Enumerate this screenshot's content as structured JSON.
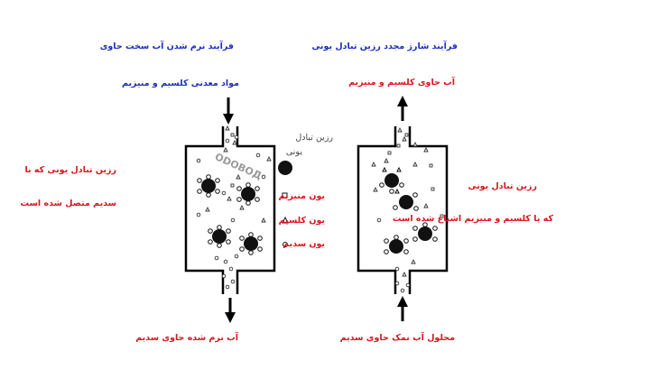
{
  "left": {
    "title": "فرآیند نرم شدن آب سخت حاوی",
    "input_label": "مواد معدنی کلسیم و منیزیم",
    "resin_note_line1": "رزین تبادل یونی که با",
    "resin_note_line2": "سدیم متصل شده است",
    "output_label": "آب نرم شده حاوی سدیم"
  },
  "legend": {
    "title": "رزین تبادل",
    "title_line2": "یونی",
    "magnesium": "یون منیزیم",
    "calcium": "یون کلسیم",
    "sodium": "یون سدیم"
  },
  "right": {
    "title": "فرآیند شارژ مجدد رزین تبادل یونی",
    "output_label": "آب حاوی کلسیم و منیزیم",
    "resin_note_line1": "رزین تبادل یونی",
    "resin_note_line2": "که با کلسیم و منیزیم اشباع شده است",
    "input_label": "محلول آب نمک  حاوی سدیم"
  },
  "colors": {
    "blue_text": "#1c2fb8",
    "red_text": "#d9151d"
  },
  "icons": [
    "arrow-down-icon",
    "arrow-up-icon",
    "resin-bead-icon",
    "magnesium-ion-icon",
    "calcium-ion-icon",
    "sodium-ion-icon"
  ]
}
